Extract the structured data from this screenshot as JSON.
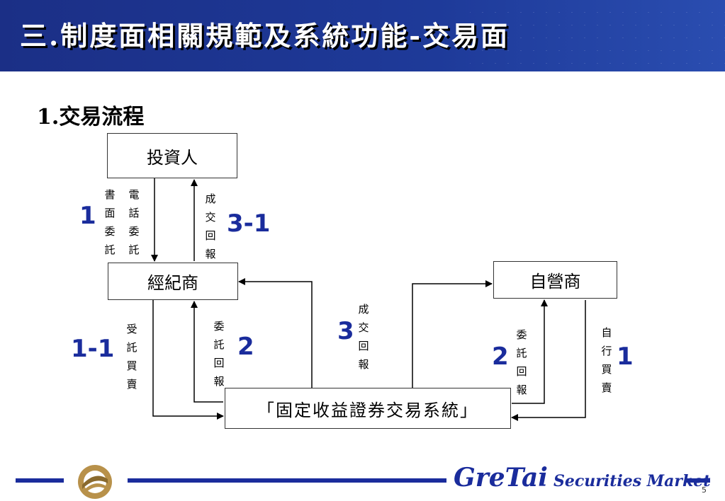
{
  "header": {
    "title": "三.制度面相關規範及系統功能-交易面"
  },
  "subtitle": "1.交易流程",
  "boxes": {
    "investor": "投資人",
    "broker": "經紀商",
    "dealer": "自營商",
    "system": "「固定收益證券交易系統」"
  },
  "labels": {
    "written_order": "書面委託",
    "phone_order": "電話委託",
    "trade_report_investor": "成交回報",
    "accept_order": "受託買賣",
    "order_report_broker": "委託回報",
    "trade_report_system": "成交回報",
    "order_report_dealer": "委託回報",
    "self_trade": "自行買賣"
  },
  "steps": {
    "s1_left": "1",
    "s3_1": "3-1",
    "s1_1": "1-1",
    "s2_left": "2",
    "s3": "3",
    "s2_right": "2",
    "s1_right": "1"
  },
  "footer": {
    "brand_main": "GreTai",
    "brand_sub": "Securities Market",
    "page": "5"
  },
  "colors": {
    "header_bg": "#1e3a99",
    "accent": "#1a2c9c",
    "title_text": "#ffffff"
  },
  "icons": {
    "logo": "gretai-logo-icon"
  }
}
